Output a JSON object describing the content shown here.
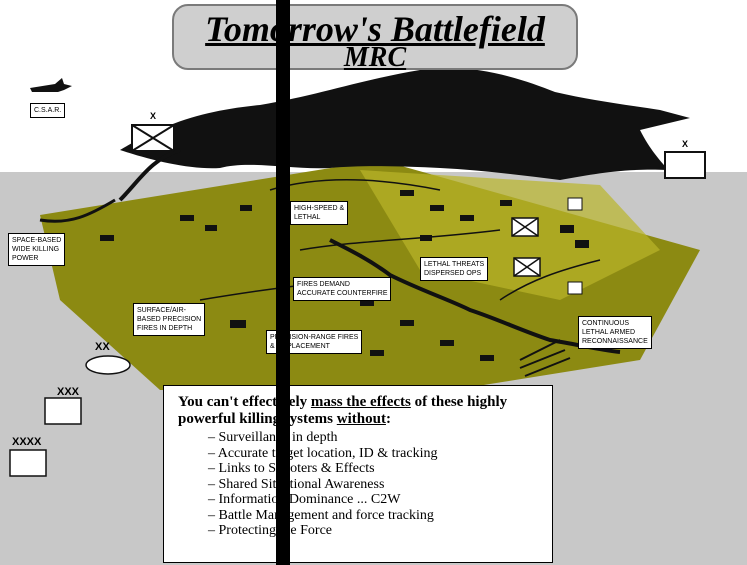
{
  "title": {
    "line1": "Tomorrow's Battlefield",
    "line2": "MRC"
  },
  "labels": {
    "csar": "C.S.A.R.",
    "space_based": "SPACE-BASED\nWIDE KILLING\nPOWER",
    "high_speed": "HIGH-SPEED &\nLETHAL",
    "lethal_threats": "LETHAL THREATS\nDISPERSED OPS",
    "fires_demand": "FIRES DEMAND\nACCURATE COUNTERFIRE",
    "surface_air": "SURFACE/AIR-\nBASED PRECISION\nFIRES IN DEPTH",
    "precision": "PRECISION-RANGE FIRES\n& EMPLACEMENT",
    "continuous": "CONTINUOUS\nLETHAL ARMED\nRECONNAISSANCE",
    "unit_x": "X",
    "unit_x2": "X"
  },
  "echelons": {
    "xx": "XX",
    "xxx": "XXX",
    "xxxx": "XXXX"
  },
  "textbox": {
    "lead_1": "You can't effectively ",
    "lead_u1": "mass the effects",
    "lead_2": " of these highly powerful killing systems ",
    "lead_u2": "without",
    "lead_3": ":",
    "items": [
      "Surveillance in depth",
      "Accurate target location, ID & tracking",
      "Links to Shooters & Effects",
      "Shared Situational Awareness",
      "Information Dominance ... C2W",
      "Battle Management and force tracking",
      "Protecting the Force"
    ]
  },
  "colors": {
    "terrain": "#8c8a12",
    "sky_band": "#c8c8c8",
    "title_box": "#cfcfcf",
    "mountain": "#111111"
  }
}
